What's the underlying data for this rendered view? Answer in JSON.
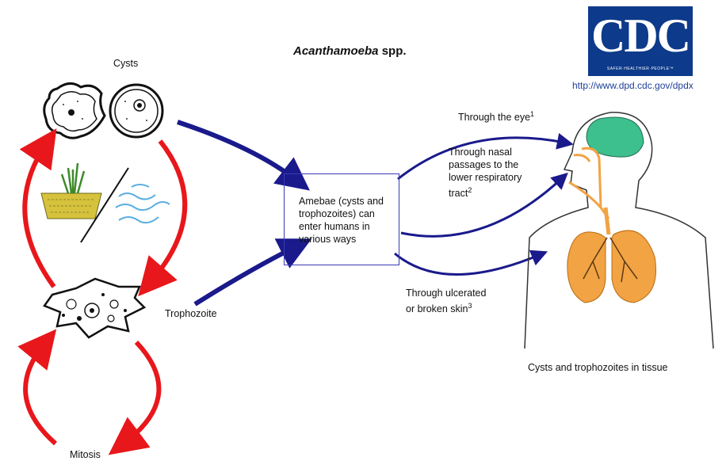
{
  "title_italic": "Acanthamoeba",
  "title_rest": " spp.",
  "cdc_logo": {
    "text": "CDC",
    "tagline": "SAFER·HEALTHIER·PEOPLE™"
  },
  "url": "http://www.dpd.cdc.gov/dpdx",
  "labels": {
    "cysts": "Cysts",
    "trophozoite": "Trophozoite",
    "mitosis": "Mitosis",
    "tissue": "Cysts and trophozoites in tissue"
  },
  "entry_box": [
    "Amebae (cysts and",
    "trophozoites) can",
    "enter humans in",
    "various ways"
  ],
  "routes": {
    "eye": {
      "text": "Through the eye",
      "sup": "1"
    },
    "nasal": {
      "lines": [
        "Through nasal",
        "passages to the",
        "lower respiratory",
        "tract"
      ],
      "sup": "2"
    },
    "skin": {
      "lines": [
        "Through ulcerated",
        "or broken skin"
      ],
      "sup": "3"
    }
  },
  "colors": {
    "red_arrow": "#e8171b",
    "blue_arrow": "#1a1a8c",
    "brain": "#3dbf8e",
    "lungs": "#f2a344",
    "cdc_blue": "#0d3a8a"
  }
}
